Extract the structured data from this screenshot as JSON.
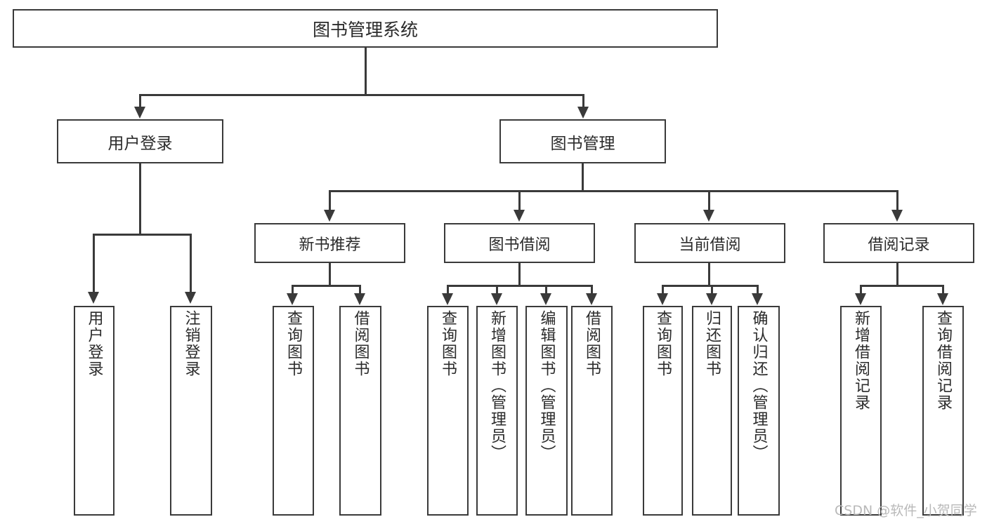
{
  "diagram": {
    "title": "图书管理系统",
    "type": "功能结构图",
    "root": {
      "id": "root",
      "label": "图书管理系统"
    },
    "level2": [
      {
        "id": "user-login",
        "label": "用户登录"
      },
      {
        "id": "book-manage",
        "label": "图书管理"
      }
    ],
    "level3": [
      {
        "id": "new-book-recommend",
        "label": "新书推荐",
        "parent": "book-manage"
      },
      {
        "id": "book-borrow",
        "label": "图书借阅",
        "parent": "book-manage"
      },
      {
        "id": "current-borrow",
        "label": "当前借阅",
        "parent": "book-manage"
      },
      {
        "id": "borrow-record",
        "label": "借阅记录",
        "parent": "book-manage"
      }
    ],
    "leaves": [
      {
        "id": "leaf-user-login",
        "label": "用户登录",
        "parent": "user-login"
      },
      {
        "id": "leaf-logout-login",
        "label": "注销登录",
        "parent": "user-login"
      },
      {
        "id": "leaf-query-book-1",
        "label": "查询图书",
        "parent": "new-book-recommend"
      },
      {
        "id": "leaf-borrow-book-1",
        "label": "借阅图书",
        "parent": "new-book-recommend"
      },
      {
        "id": "leaf-query-book-2",
        "label": "查询图书",
        "parent": "book-borrow"
      },
      {
        "id": "leaf-add-book",
        "label": "新增图书（管理员）",
        "parent": "book-borrow"
      },
      {
        "id": "leaf-edit-book",
        "label": "编辑图书（管理员）",
        "parent": "book-borrow"
      },
      {
        "id": "leaf-borrow-book-2",
        "label": "借阅图书",
        "parent": "book-borrow"
      },
      {
        "id": "leaf-query-book-3",
        "label": "查询图书",
        "parent": "current-borrow"
      },
      {
        "id": "leaf-return-book",
        "label": "归还图书",
        "parent": "current-borrow"
      },
      {
        "id": "leaf-confirm-return",
        "label": "确认归还（管理员）",
        "parent": "current-borrow"
      },
      {
        "id": "leaf-add-record",
        "label": "新增借阅记录",
        "parent": "borrow-record"
      },
      {
        "id": "leaf-query-record",
        "label": "查询借阅记录",
        "parent": "borrow-record"
      }
    ]
  },
  "watermark": {
    "text": "CSDN @软件_小贺同学"
  },
  "colors": {
    "stroke": "#3a3a3a",
    "background": "#ffffff",
    "text": "#2b2b2b",
    "watermark": "#b9b9b9"
  }
}
